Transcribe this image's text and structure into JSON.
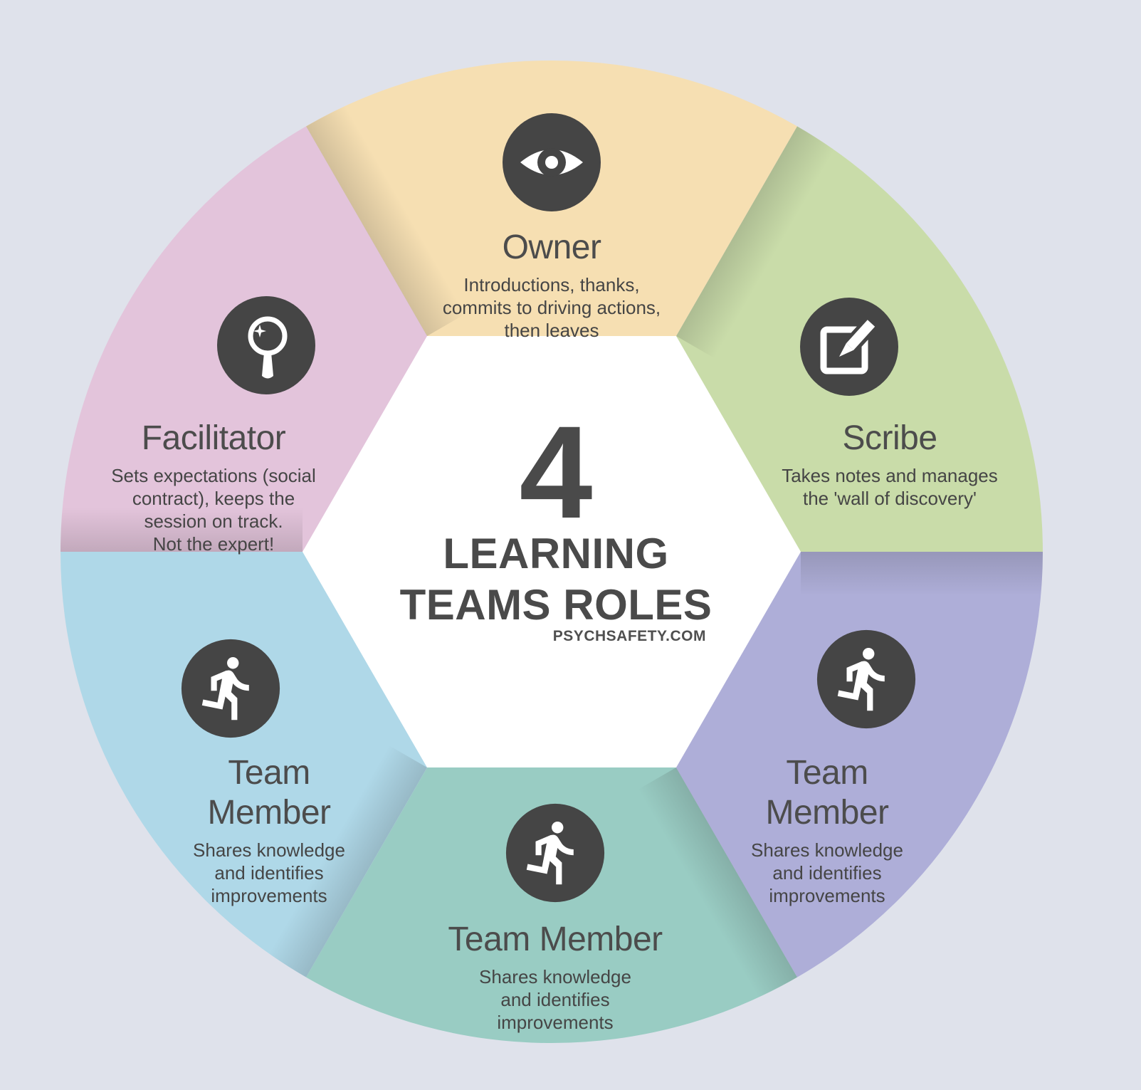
{
  "theme": {
    "background": "#dfe2eb",
    "text": "#474747",
    "icon_circle": "#454545",
    "center_fill": "#ffffff"
  },
  "center": {
    "number": "4",
    "title": "LEARNING\nTEAMS ROLES",
    "website": "PSYCHSAFETY.COM"
  },
  "segments": [
    {
      "id": "owner",
      "label": "Owner",
      "description": "Introductions, thanks,\ncommits to driving actions,\nthen leaves",
      "color": "#f6dfb2",
      "icon": "eye-icon",
      "position": "top"
    },
    {
      "id": "scribe",
      "label": "Scribe",
      "description": "Takes notes and manages\nthe 'wall of discovery'",
      "color": "#c9dca9",
      "icon": "edit-icon",
      "position": "top-right"
    },
    {
      "id": "team-member-right",
      "label": "Team Member",
      "description": "Shares knowledge\nand identifies\nimprovements",
      "color": "#aeaed8",
      "icon": "runner-icon",
      "position": "bottom-right"
    },
    {
      "id": "team-member-bottom",
      "label": "Team Member",
      "description": "Shares knowledge\nand identifies\nimprovements",
      "color": "#99ccc3",
      "icon": "runner-icon",
      "position": "bottom"
    },
    {
      "id": "team-member-left",
      "label": "Team Member",
      "description": "Shares knowledge\nand identifies\nimprovements",
      "color": "#afd8e8",
      "icon": "runner-icon",
      "position": "bottom-left"
    },
    {
      "id": "facilitator",
      "label": "Facilitator",
      "description": "Sets expectations (social\ncontract), keeps the\nsession on track.\nNot the expert!",
      "color": "#e3c4db",
      "icon": "magnifier-icon",
      "position": "top-left"
    }
  ]
}
